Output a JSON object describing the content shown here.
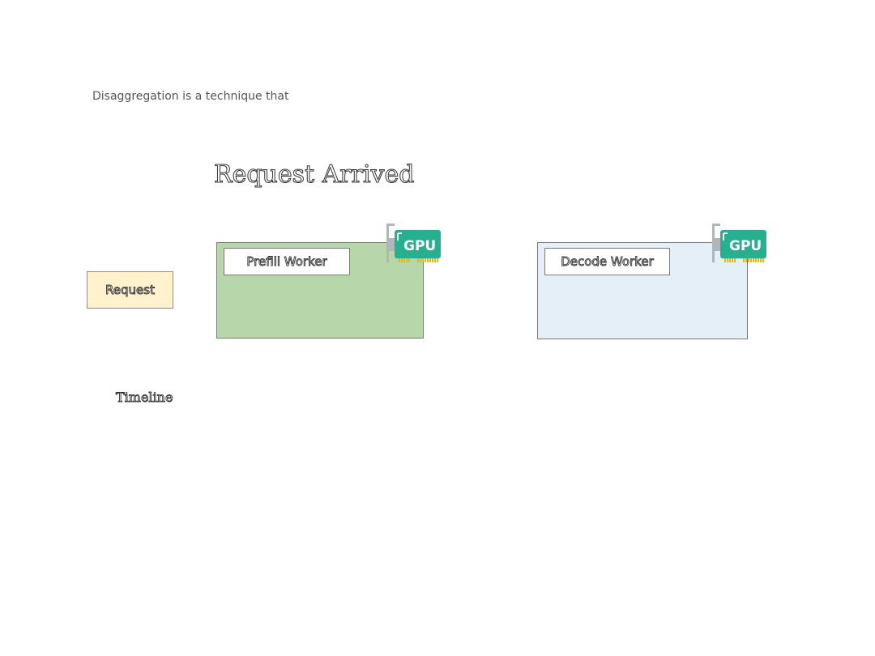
{
  "intro_text": "Disaggregation is a technique that",
  "status_heading": "Request Arrived",
  "request": {
    "label": "Request"
  },
  "workers": {
    "prefill": {
      "label": "Prefill Worker",
      "color": "#b7d7aa",
      "gpu_label": "GPU"
    },
    "decode": {
      "label": "Decode Worker",
      "color": "#e4eff8",
      "gpu_label": "GPU"
    }
  },
  "timeline": {
    "label": "Timeline"
  },
  "colors": {
    "request_fill": "#fff2cc",
    "gpu_card": "#26b08f",
    "gpu_bracket": "#b0b6bb",
    "gpu_contacts": "#f2b705"
  },
  "icons": [
    "gpu-card-icon"
  ]
}
